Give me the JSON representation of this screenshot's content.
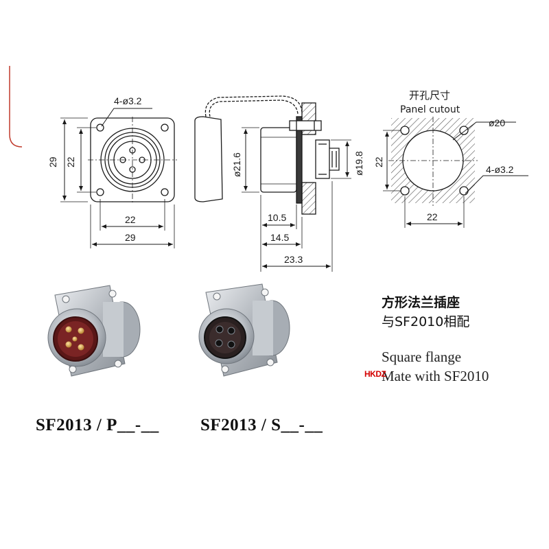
{
  "front_view": {
    "hole_label": "4-ø3.2",
    "height_outer": "29",
    "height_inner": "22",
    "width_inner": "22",
    "width_outer": "29"
  },
  "side_view": {
    "dia_body": "ø21.6",
    "dia_thread": "ø19.8",
    "len_a": "10.5",
    "len_b": "14.5",
    "len_total": "23.3"
  },
  "panel_cutout": {
    "title_cn": "开孔尺寸",
    "title_en": "Panel cutout",
    "dia_hole": "ø20",
    "hole_label": "4-ø3.2",
    "height": "22",
    "width": "22"
  },
  "description": {
    "cn_line1": "方形法兰插座",
    "cn_line2": "与SF2010相配",
    "en_line1": "Square flange",
    "en_line2": "Mate with SF2010"
  },
  "watermark": "HKDZ",
  "models": {
    "plug": "SF2013 / P__-__",
    "socket": "SF2013 / S__-__"
  },
  "colors": {
    "line": "#1a1a1a",
    "hatch": "#555555",
    "metal": "#b9bec4",
    "contact_gold": "#d8a24a",
    "insert_red": "#6b1e1e",
    "watermark": "#d40000"
  }
}
